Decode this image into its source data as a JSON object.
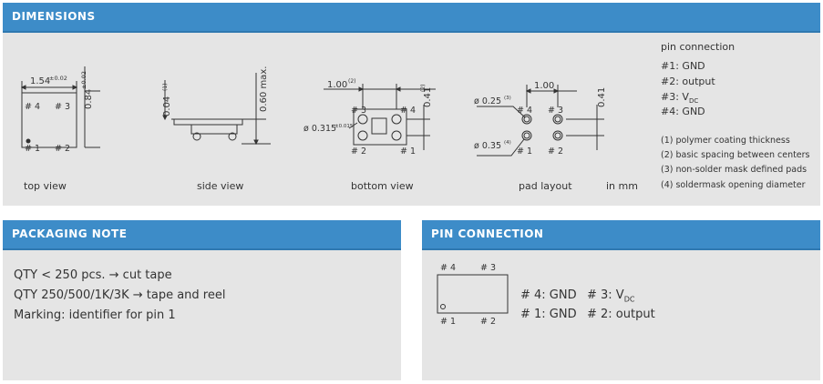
{
  "dimensions": {
    "title": "DIMENSIONS",
    "top_view": {
      "caption": "top view",
      "width": "1.54",
      "width_tol": "±0.02",
      "height": "0.84",
      "height_tol": "±0.02",
      "pin4": "# 4",
      "pin3": "# 3",
      "pin1": "# 1",
      "pin2": "# 2"
    },
    "side_view": {
      "caption": "side view",
      "coat": "0.04",
      "coat_note": "(1)",
      "max": "0.60 max."
    },
    "bottom_view": {
      "caption": "bottom view",
      "spacing": "1.00",
      "spacing_note": "(2)",
      "height": "0.41",
      "height_note": "(2)",
      "dia": "ø 0.315",
      "dia_tol": "±0.015",
      "pin3": "# 3",
      "pin4": "# 4",
      "pin2": "# 2",
      "pin1": "# 1"
    },
    "pad_layout": {
      "caption": "pad layout",
      "spacing": "1.00",
      "dia1": "ø 0.25",
      "dia1_note": "(3)",
      "dia2": "ø 0.35",
      "dia2_note": "(4)",
      "height": "0.41",
      "pin4": "# 4",
      "pin3": "# 3",
      "pin1": "# 1",
      "pin2": "# 2"
    },
    "unit": "in mm",
    "pin_connection": {
      "title": "pin connection",
      "p1": "#1: GND",
      "p2": "#2: output",
      "p3": "#3: V",
      "p3_sub": "DC",
      "p4": "#4: GND"
    },
    "notes": [
      "(1) polymer coating thickness",
      "(2) basic spacing between centers",
      "(3) non-solder mask defined pads",
      "(4) soldermask opening diameter"
    ]
  },
  "packaging": {
    "title": "PACKAGING NOTE",
    "lines": [
      "QTY < 250 pcs. → cut tape",
      "QTY 250/500/1K/3K → tape and reel",
      "Marking: identifier for pin 1"
    ]
  },
  "pinconn": {
    "title": "PIN CONNECTION",
    "pin4": "# 4",
    "pin3": "# 3",
    "pin1": "# 1",
    "pin2": "# 2",
    "l1": "# 4: GND",
    "l2": "# 1: GND",
    "r1": "# 3: V",
    "r1_sub": "DC",
    "r2": "# 2: output"
  },
  "colors": {
    "header": "#3d8cc8",
    "panel": "#e5e5e5",
    "text": "#333333"
  }
}
